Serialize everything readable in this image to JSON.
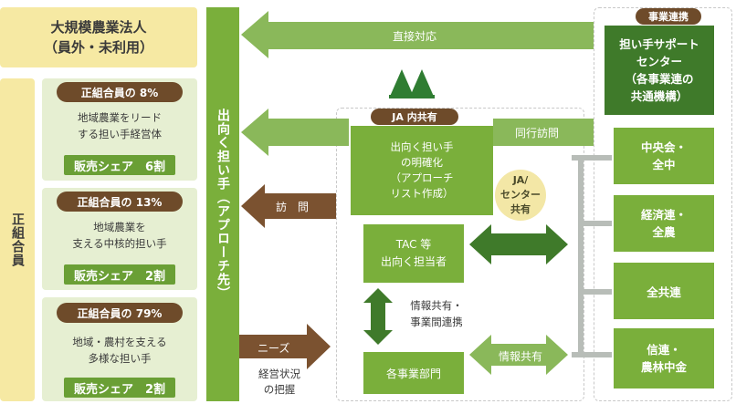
{
  "large_corp": {
    "line1": "大規模農業法人",
    "line2": "（員外・未利用）"
  },
  "members_label": "正組合員",
  "groups": [
    {
      "pill": "正組合員の 8%",
      "desc1": "地域農業をリード",
      "desc2": "する担い手経営体",
      "share": "販売シェア　6割"
    },
    {
      "pill": "正組合員の 13%",
      "desc1": "地域農業を",
      "desc2": "支える中核的担い手",
      "share": "販売シェア　2割"
    },
    {
      "pill": "正組合員の 79%",
      "desc1": "地域・農村を支える",
      "desc2": "多様な担い手",
      "share": "販売シェア　2割"
    }
  ],
  "center_column": "出向く担い手（アプローチ先）",
  "arrows": {
    "direct": "直接対応",
    "accompany": "同行訪問",
    "visit": "訪　問",
    "needs": "ニーズ",
    "needs_sub1": "経営状況",
    "needs_sub2": "の把握",
    "info_share": "情報共有",
    "info_link1": "情報共有・",
    "info_link2": "事業間連携"
  },
  "ja_logo": "JA",
  "ja_inner": {
    "tag": "JA 内共有",
    "box1": [
      "出向く担い手",
      "の明確化",
      "（アプローチ",
      "リスト作成）"
    ],
    "tac": [
      "TAC 等",
      "出向く担当者"
    ],
    "dept": "各事業部門",
    "shared_bubble": [
      "JA/",
      "センター",
      "共有"
    ]
  },
  "support": {
    "tag": "事業連携",
    "title": [
      "担い手サポート",
      "センター",
      "（各事業連の",
      "共通機構）"
    ],
    "orgs": [
      [
        "中央会・",
        "全中"
      ],
      [
        "経済連・",
        "全農"
      ],
      [
        "全共連"
      ],
      [
        "信連・",
        "農林中金"
      ]
    ]
  },
  "colors": {
    "dark_green": "#3f7a2a",
    "mid_green": "#7aaf3b",
    "brown": "#7b5230",
    "yellow": "#f6e9a3"
  }
}
